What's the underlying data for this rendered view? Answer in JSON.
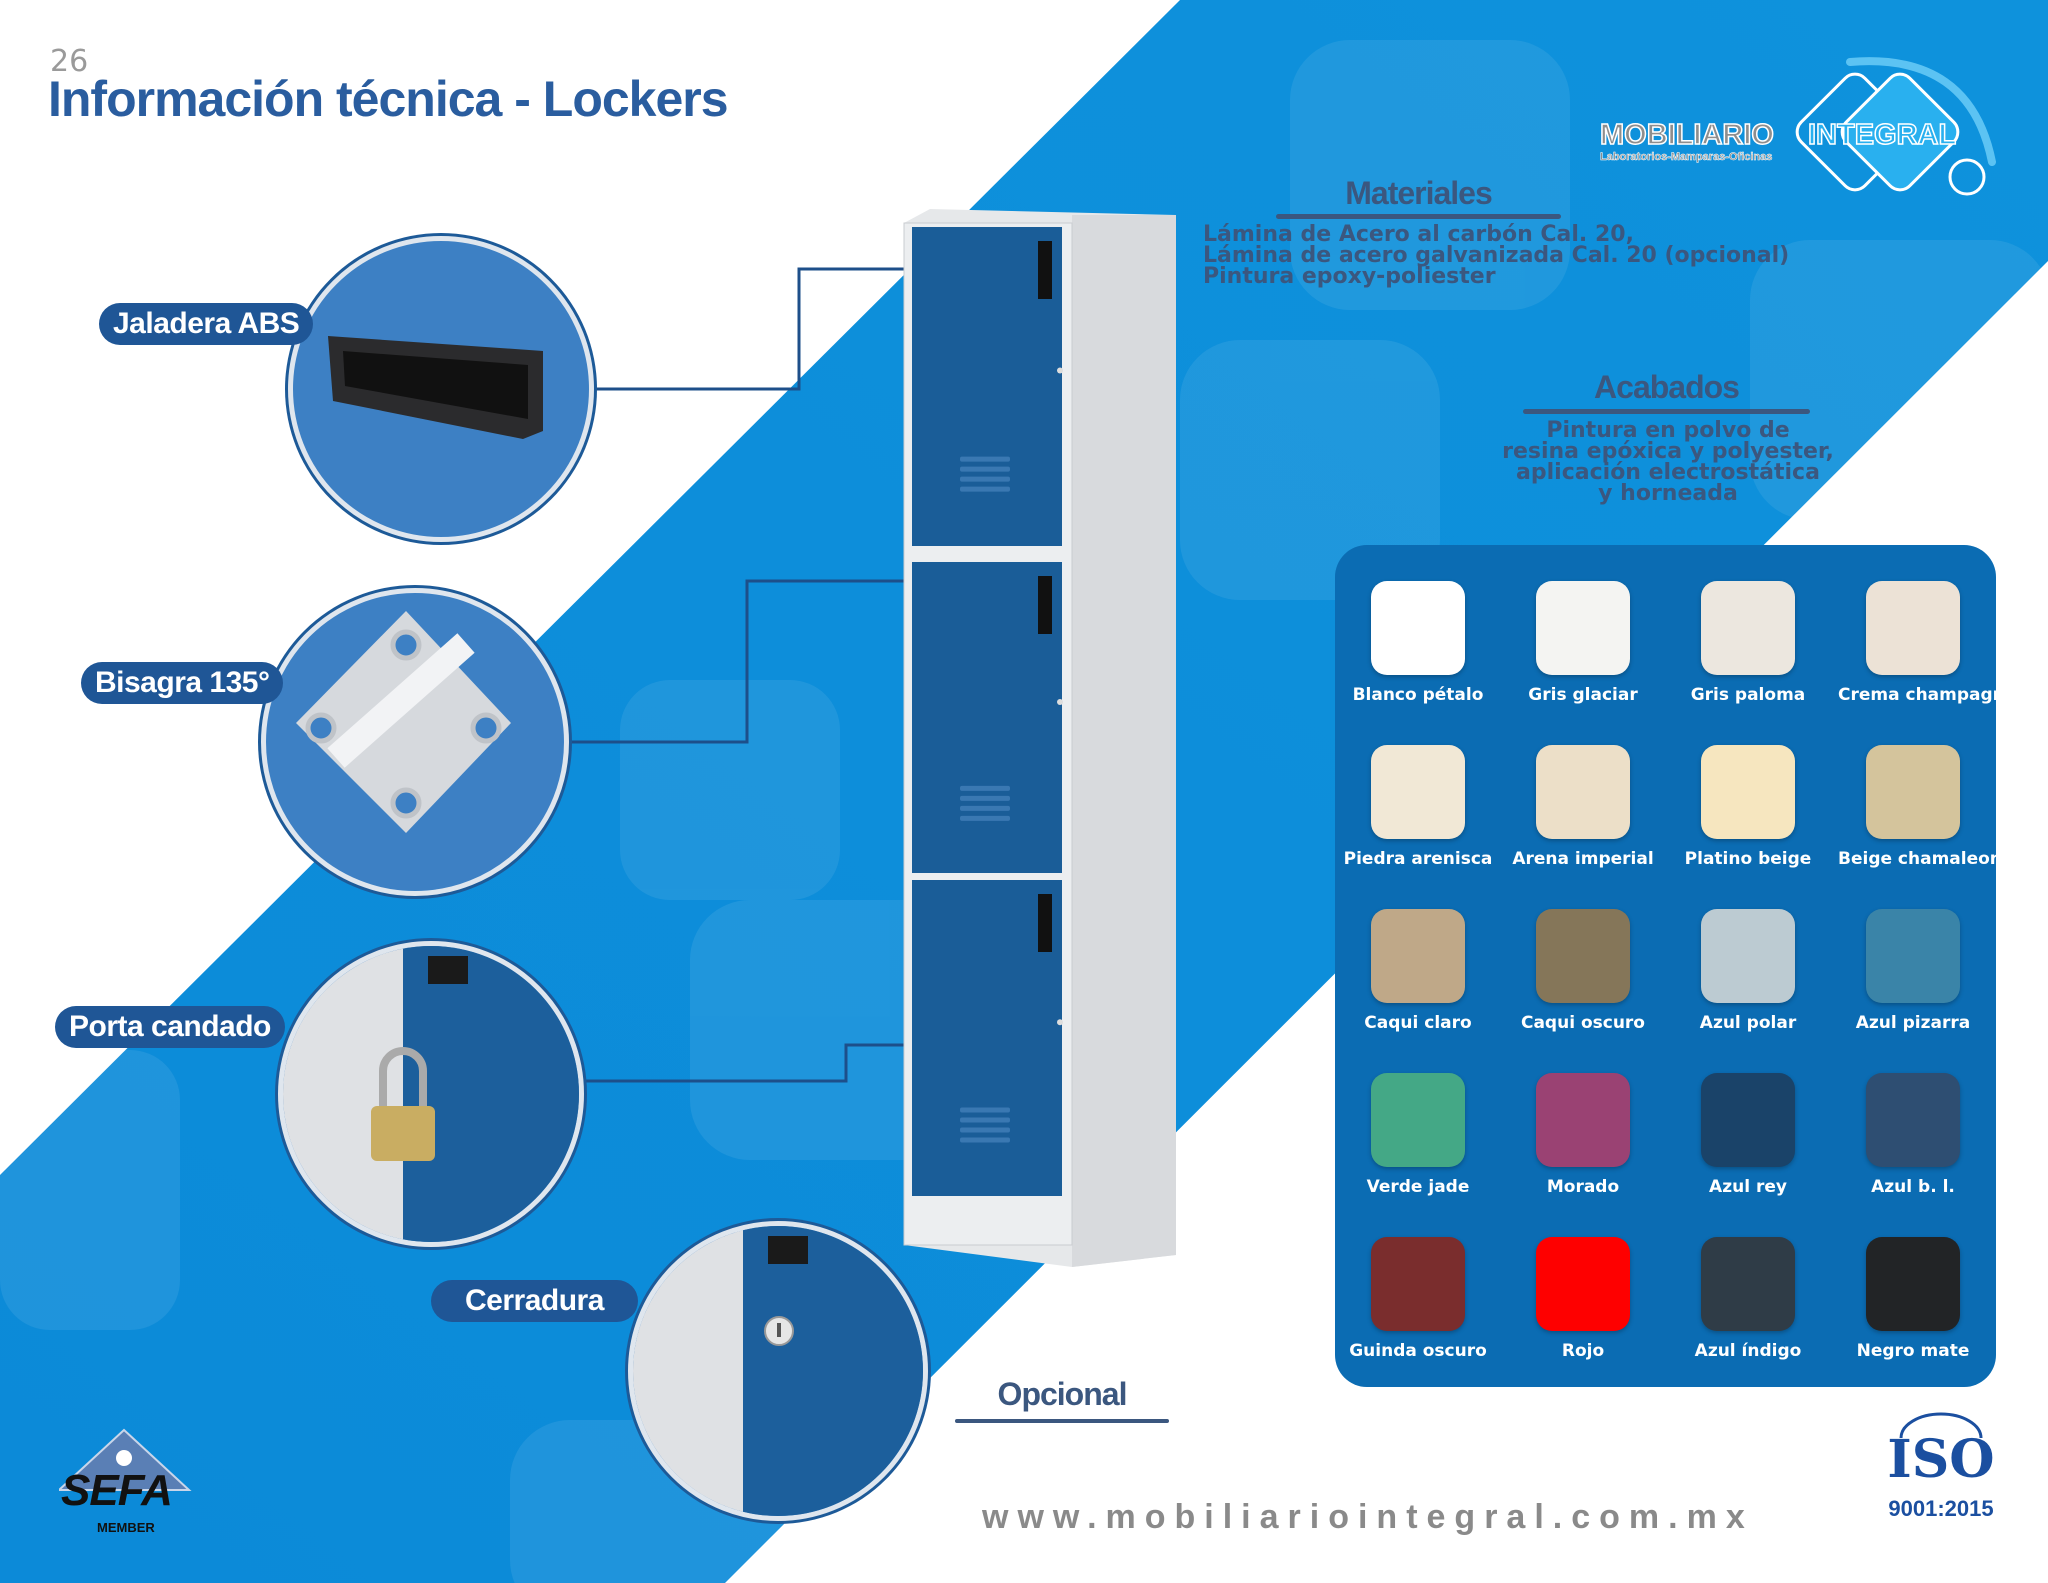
{
  "page_number": "26",
  "title": "Información técnica - Lockers",
  "logo": {
    "name": "MOBILIARIO INTEGRAL",
    "tagline": "Laboratorios-Mamparas-Oficinas"
  },
  "materiales": {
    "title": "Materiales",
    "lines": [
      "Lámina de Acero al carbón Cal. 20,",
      "Lámina de acero galvanizada Cal. 20 (opcional)",
      "Pintura epoxy-poliester"
    ]
  },
  "acabados": {
    "title": "Acabados",
    "lines": [
      "Pintura en polvo de",
      "resina epóxica y polyester,",
      "aplicación electrostática",
      "y horneada"
    ]
  },
  "features": [
    {
      "label": "Jaladera ABS"
    },
    {
      "label": "Bisagra 135°"
    },
    {
      "label": "Porta candado"
    },
    {
      "label": "Cerradura"
    }
  ],
  "opcional": "Opcional",
  "colors": [
    {
      "name": "Blanco pétalo",
      "hex": "#ffffff"
    },
    {
      "name": "Gris glaciar",
      "hex": "#f4f4f2"
    },
    {
      "name": "Gris paloma",
      "hex": "#ece7df"
    },
    {
      "name": "Crema champagne",
      "hex": "#ece2d6"
    },
    {
      "name": "Piedra arenisca",
      "hex": "#f1e8d6"
    },
    {
      "name": "Arena imperial",
      "hex": "#ecdfc8"
    },
    {
      "name": "Platino beige",
      "hex": "#f6e6bf"
    },
    {
      "name": "Beige chamaleon",
      "hex": "#d4c49c"
    },
    {
      "name": "Caqui claro",
      "hex": "#bfa888"
    },
    {
      "name": "Caqui oscuro",
      "hex": "#857659"
    },
    {
      "name": "Azul polar",
      "hex": "#bccbd2"
    },
    {
      "name": "Azul pizarra",
      "hex": "#3a84a8"
    },
    {
      "name": "Verde jade",
      "hex": "#44a886"
    },
    {
      "name": "Morado",
      "hex": "#9a4273"
    },
    {
      "name": "Azul rey",
      "hex": "#1a4369"
    },
    {
      "name": "Azul b. l.",
      "hex": "#2e4e72"
    },
    {
      "name": "Guinda oscuro",
      "hex": "#7a2d2d"
    },
    {
      "name": "Rojo",
      "hex": "#fe0000"
    },
    {
      "name": "Azul índigo",
      "hex": "#2f3c47"
    },
    {
      "name": "Negro mate",
      "hex": "#222426"
    }
  ],
  "website": "www.mobiliariointegral.com.mx",
  "sefa": {
    "name": "SEFA",
    "sub": "MEMBER"
  },
  "iso": {
    "name": "ISO",
    "std": "9001:2015"
  }
}
